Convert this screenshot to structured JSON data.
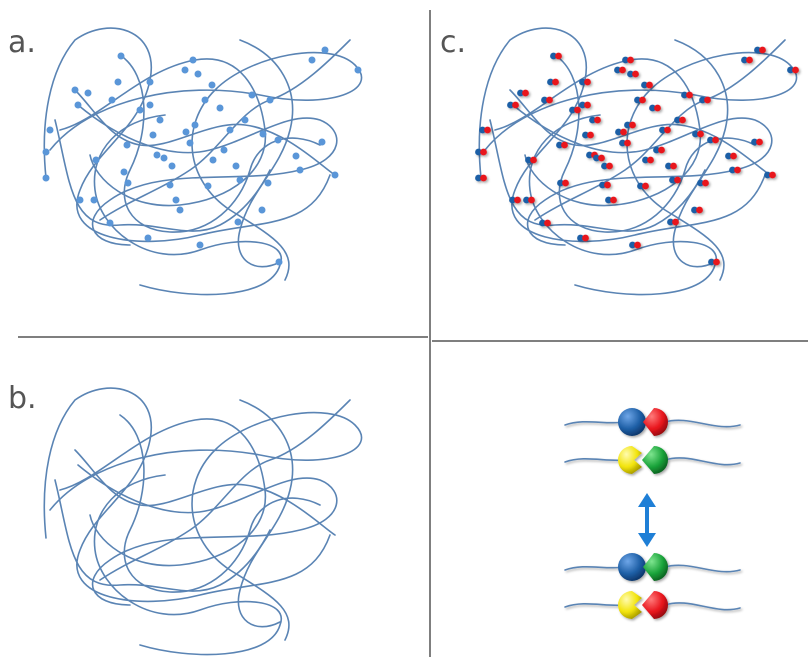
{
  "panels": {
    "a": {
      "label": "a."
    },
    "b": {
      "label": "b."
    },
    "c": {
      "label": "c."
    }
  },
  "colors": {
    "strand": "#5a84b4",
    "crosslink": "#5a96d8",
    "red": "#e8141c",
    "blue": "#1e5fa6",
    "yellow": "#f2e40a",
    "green": "#1aa33a",
    "arrow": "#1f7fd6",
    "divider": "#7f7f7f"
  },
  "icons": {
    "exchange_arrow": "double-headed-vertical-arrow"
  }
}
